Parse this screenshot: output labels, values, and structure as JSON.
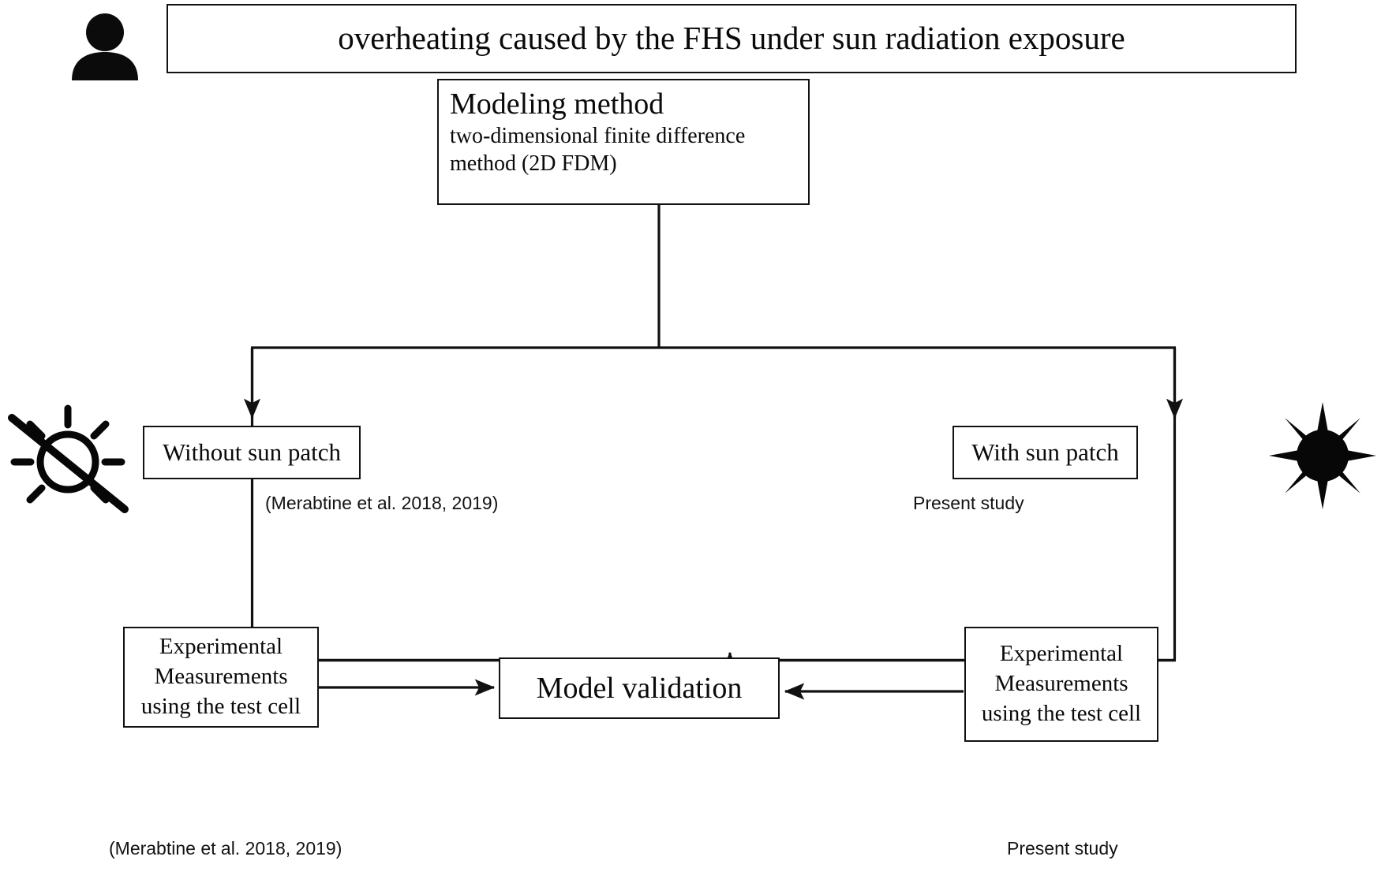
{
  "diagram": {
    "title": "overheating caused by the FHS under sun radiation exposure",
    "nodes": {
      "modeling": {
        "heading": "Modeling method",
        "description_line1": "two-dimensional finite difference",
        "description_line2": "method (2D FDM)"
      },
      "without_sun_patch": "Without sun patch",
      "with_sun_patch": "With sun patch",
      "model_validation": "Model validation",
      "experimental_left": {
        "line1": "Experimental",
        "line2": "Measurements",
        "line3": "using the test cell"
      },
      "experimental_right": {
        "line1": "Experimental",
        "line2": "Measurements",
        "line3": "using the test cell"
      }
    },
    "captions": {
      "without_sun_patch_source": "(Merabtine et al. 2018, 2019)",
      "with_sun_patch_source": "Present study",
      "experimental_left_source": "(Merabtine et al. 2018, 2019)",
      "experimental_right_source": "Present study"
    },
    "icons": {
      "person": "person-icon",
      "no_sun": "no-sun-icon",
      "sun": "sun-icon"
    },
    "colors": {
      "stroke": "#111111",
      "text": "#0a0a0a",
      "background": "#ffffff"
    }
  }
}
